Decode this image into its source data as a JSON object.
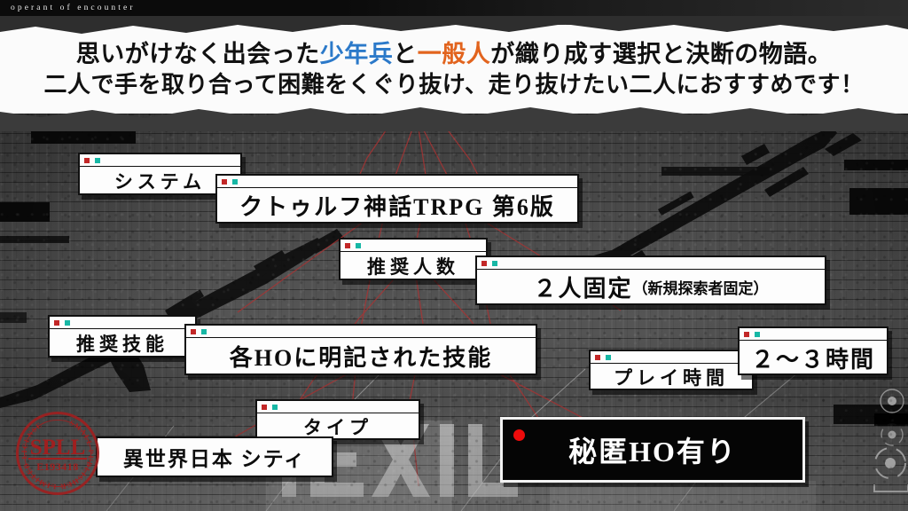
{
  "header": {
    "title": "operant of encounter"
  },
  "tagline": {
    "line1_a": "思いがけなく出会った",
    "line1_blue": "少年兵",
    "line1_b": "と",
    "line1_orange": "一般人",
    "line1_c": "が織り成す選択と決断の物語。",
    "line2": "二人で手を取り合って困難をくぐり抜け、走り抜けたい二人におすすめです！"
  },
  "rows": [
    {
      "label": "システム",
      "value": "クトゥルフ神話TRPG 第6版"
    },
    {
      "label": "推奨人数",
      "value": "２人固定",
      "value_small": "（新規探索者固定）"
    },
    {
      "label": "推奨技能",
      "value": "各HOに明記された技能"
    },
    {
      "label": "プレイ時間",
      "value": "２〜３時間"
    },
    {
      "label": "タイプ",
      "value": "異世界日本 シティ"
    }
  ],
  "highlight": {
    "text": "秘匿HO有り"
  },
  "stamp": {
    "main": "SPLL",
    "code": "E193418",
    "ring_text": "SMALL PUBLISHER LIMITED LICENSE"
  },
  "markers": {
    "dot_red": "#c22727",
    "dot_teal": "#17b7a5",
    "highlight_dot": "#ee0b0b"
  },
  "colors": {
    "accent_blue": "#2b79c9",
    "accent_orange": "#e2641e",
    "box_bg": "#fdfdfd",
    "box_border": "#101010",
    "dark_box_bg": "#050505",
    "stamp_red": "#a01f1f"
  }
}
